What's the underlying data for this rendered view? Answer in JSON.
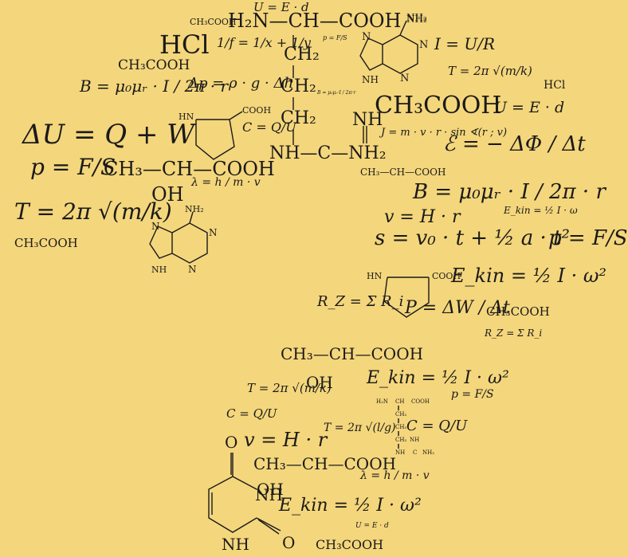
{
  "background_color": "#f4d67c",
  "ink_color": "#1a1a1a",
  "formulas": {
    "acetic_1": "CH₃COOH",
    "h2n_ch_cooh": "H₂N—CH—COOH",
    "u_ed_top": "U = E · d",
    "nh2_top": "NH₂",
    "hcl_big": "HCl",
    "lens": "1/f = 1/x + 1/y",
    "ch2_1": "CH₂",
    "p_fs_tiny": "p = F/S",
    "i_ur": "I = U/R",
    "acetic_2": "CH₃COOH",
    "b_field": "B = μ₀μᵣ · I / 2π · r",
    "delta_p": "Δp = ρ · g · Δh",
    "ch2_2": "CH₂",
    "b_tiny": "B = μ₀μᵣ·I / 2π·r",
    "t_2pi_mk": "T = 2π √(m/k)",
    "hcl_small": "HCl",
    "ch3cooh_big": "CH₃COOH",
    "u_ed_right": "U = E · d",
    "delta_u": "ΔU = Q + W",
    "c_qu": "C = Q/U",
    "ch2_3": "CH₂",
    "nh": "NH",
    "angular_momentum": "J = m · v · r · sin ∢(r ; v)",
    "emf": "ℰ = − ΔΦ / Δt",
    "nh_c_nh2": "NH—C—NH₂",
    "p_fs_big": "p = F/S",
    "lactic_big": "CH₃—CH—COOH",
    "lactic_small": "CH₃—CH—COOH",
    "oh": "OH",
    "de_broglie": "λ = h / m · v",
    "b_field_right": "B = μ₀μᵣ · I / 2π · r",
    "t_2pi_big": "T = 2π √(m/k)",
    "v_hr": "v = H · r",
    "e_kin_tiny": "E_kin = ½ I · ω",
    "acetic_3": "CH₃COOH",
    "kinematics": "s = v₀ · t + ½ a · t²",
    "p_fs_right": "p = F/S",
    "e_kin_right": "E_kin = ½ I · ω²",
    "resistance_sum": "R_Z = Σ R_i",
    "power": "P = ΔW / Δt",
    "acetic_4": "CH₃COOH",
    "resistance_sum_small": "R_Z = Σ R_i",
    "lactic_mid": "CH₃—CH—COOH",
    "e_kin_mid": "E_kin = ½ I · ω²",
    "t_2pi_mid": "T = 2π √(m/k)",
    "p_fs_mid": "p = F/S",
    "c_qu_mid": "C = Q/U",
    "v_hr_mid": "v = H · r",
    "pendulum": "T = 2π √(l/g)",
    "c_qu_low": "C = Q/U",
    "lactic_low": "CH₃—CH—COOH",
    "de_broglie_low": "λ = h / m · v",
    "e_kin_low": "E_kin = ½ I · ω²",
    "u_ed_low": "U = E · d",
    "acetic_bottom": "CH₃COOH"
  },
  "molecule_labels": {
    "adenine_top": {
      "nh2": "NH₂",
      "n": "N",
      "nh": "NH"
    },
    "proline_top": {
      "hn": "HN",
      "cooh": "COOH"
    },
    "adenine_left": {
      "nh2": "NH₂",
      "n": "N",
      "nh": "NH"
    },
    "proline_right": {
      "hn": "HN",
      "cooh": "COOH"
    },
    "arginine_small": {
      "h2n": "H₂N",
      "ch": "CH",
      "cooh": "COOH",
      "ch2": "CH₂",
      "nh": "NH",
      "c": "C",
      "nh2": "NH₂"
    },
    "uracil": {
      "o": "O",
      "nh": "NH"
    }
  }
}
